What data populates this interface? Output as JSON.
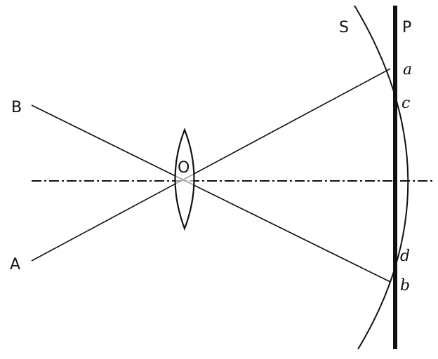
{
  "labels": {
    "B": "B",
    "A": "A",
    "O": "O",
    "S": "S",
    "P": "P",
    "a": "a",
    "c": "c",
    "d": "d",
    "b": "b"
  },
  "colors": {
    "ink": "#111111",
    "background": "#ffffff"
  }
}
